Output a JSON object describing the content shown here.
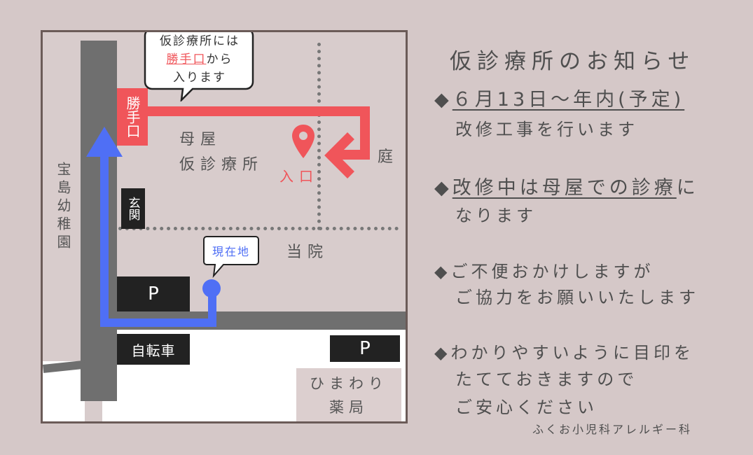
{
  "map": {
    "bubble_top": {
      "line1": "仮診療所には",
      "highlight": "勝手口",
      "line2_rest": "から",
      "line3": "入ります"
    },
    "back_door": "勝手口",
    "building": {
      "line1": "母屋",
      "line2": "仮診療所"
    },
    "entrance": "入口",
    "garden": "庭",
    "kindergarten": "宝島幼稚園",
    "genkan": "玄関",
    "clinic": "当院",
    "current_location": "現在地",
    "parking1": "P",
    "parking2": "P",
    "bicycle": "自転車",
    "pharmacy": {
      "line1": "ひまわり",
      "line2": "薬局"
    }
  },
  "notice": {
    "title": "仮診療所のお知らせ",
    "item1": {
      "head": "◆",
      "text": "６月13日～年内(予定)",
      "sub": "改修工事を行います"
    },
    "item2": {
      "head": "◆",
      "text": "改修中は母屋での診療",
      "tail": "に",
      "sub": "なります"
    },
    "item3": {
      "line1": "◆ご不便おかけしますが",
      "line2": "ご協力をお願いいたします"
    },
    "item4": {
      "line1": "◆わかりやすいように目印を",
      "line2": "たてておきますので",
      "line3": "ご安心ください"
    },
    "footer": "ふくお小児科アレルギー科"
  },
  "colors": {
    "accent_red": "#f0555a",
    "route_blue": "#4f6ff5",
    "road": "#6f6f6f"
  }
}
